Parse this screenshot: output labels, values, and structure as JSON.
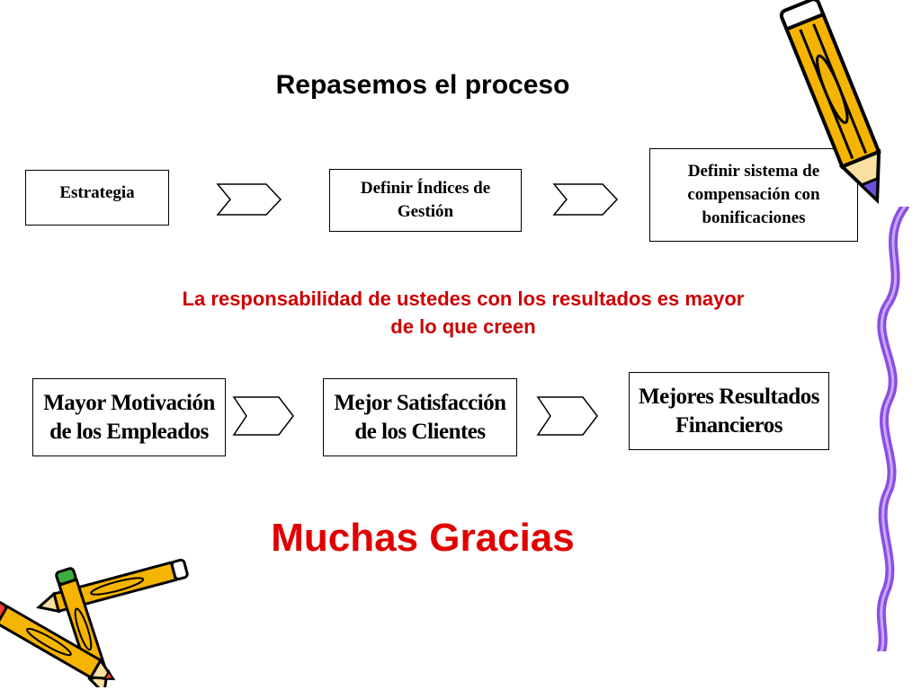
{
  "title": "Repasemos el proceso",
  "process_top": [
    {
      "label": "Estrategia"
    },
    {
      "label_line1": "Definir Índices de",
      "label_line2": "Gestión"
    },
    {
      "label_line1": "Definir sistema de",
      "label_line2": "compensación con",
      "label_line3": "bonificaciones"
    }
  ],
  "message": {
    "line1": "La responsabilidad de ustedes con los resultados es mayor",
    "line2": "de lo que creen"
  },
  "process_bottom": [
    {
      "label_line1": "Mayor Motivación",
      "label_line2": "de los Empleados"
    },
    {
      "label_line1": "Mejor Satisfacción",
      "label_line2": "de los Clientes"
    },
    {
      "label_line1": "Mejores Resultados",
      "label_line2": "Financieros"
    }
  ],
  "closing": "Muchas Gracias",
  "colors": {
    "message_red": "#cc0000",
    "closing_red": "#e00000",
    "pencil_body": "#f5b400",
    "pencil_tip": "#6b4fd8",
    "ribbon": "#8a4fe0"
  },
  "icons": {
    "arrow": "chevron-arrow-icon",
    "pencil_top": "pencil-icon",
    "pencils_bottom": "pencils-clipart-icon",
    "ribbon": "wavy-ribbon-icon"
  }
}
